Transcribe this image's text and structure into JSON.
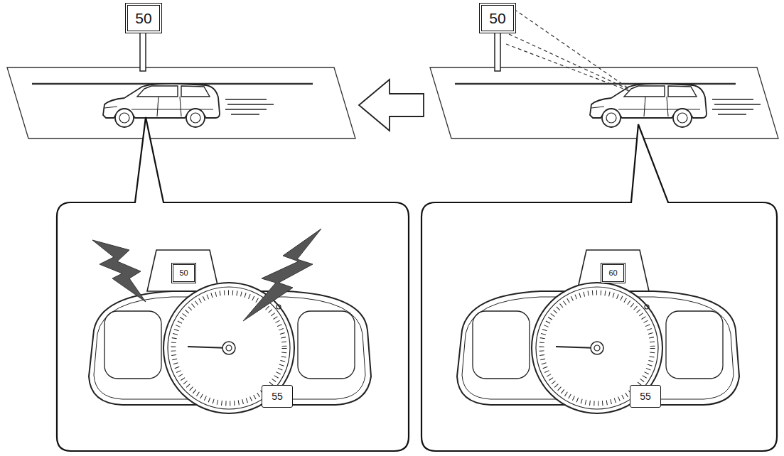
{
  "diagram": {
    "nodes": [
      {
        "text": [
          "50"
        ]
      },
      {
        "text": [
          "50"
        ]
      },
      {
        "text": [
          "50"
        ]
      },
      {
        "text": [
          "55"
        ]
      },
      {
        "text": [
          "60"
        ]
      },
      {
        "text": [
          "55"
        ]
      }
    ]
  }
}
